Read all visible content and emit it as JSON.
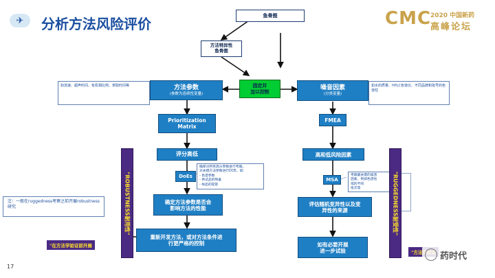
{
  "header": {
    "title": "分析方法风险评价",
    "logo_text": "CMC",
    "logo_year_line": "2020 中国新药",
    "logo_sub_line": "高峰论坛",
    "page_number": "17",
    "watermark": "药时代"
  },
  "diagram": {
    "fishbone": "鱼骨图",
    "method_specific_fishbone": [
      "方法特异性",
      "鱼骨图"
    ],
    "fixed_control": [
      "固定并",
      "加以控制"
    ],
    "method_params": {
      "title": "方法参数",
      "sub": "(参数为连续性变量)"
    },
    "noise_factors": {
      "title": "噪音因素",
      "sub": "(分类变量)"
    },
    "left_note": "如流速、超声时间、有机相比例、萃取时间等",
    "right_note": "如水的质量、HPLC色谱仪、不同品牌和批号的色谱柱",
    "prioritization": [
      "Prioritization",
      "Matrix"
    ],
    "fmea": "FMEA",
    "score_high_low": "评分高低",
    "high_low_risk": "高和低风险因素",
    "does": "DoEs",
    "does_note": [
      "确保对所有高分参数进行考察。",
      "对关键方法参数进行DOE，如：",
      "- 色谱参数",
      "- 供试品的制备",
      "- 样品的提取"
    ],
    "msa": "MSA",
    "msa_note": [
      "考察最关键的噪音",
      "因素，例如色谱柱",
      "或的不同",
      "批次等"
    ],
    "determine_impact": [
      "确定方法参数是否会",
      "影响方法的性能"
    ],
    "evaluate_random": [
      "评估随机变异性以及变",
      "异性的来源"
    ],
    "redevelop": [
      "重新开发方法，或对方法条件进",
      "行更严格的控制"
    ],
    "further_test": [
      "如有必要开展",
      "进一步试验"
    ],
    "robustness_bar": "\"ROBUSTNESS耐用性\"",
    "ruggedness_bar": "\"RUGGEDNESS耐受性\"",
    "bottom_note": "注：一般在ruggedness考察之前开展robustness研究",
    "left_yellow": "\"在方法学验证前开展",
    "right_yellow": "\"方法学验证"
  },
  "colors": {
    "title": "#1a4fa0",
    "box_blue": "#1f7fc4",
    "green": "#00cc33",
    "purple": "#4a2a82",
    "yellow": "#ffe02a"
  }
}
